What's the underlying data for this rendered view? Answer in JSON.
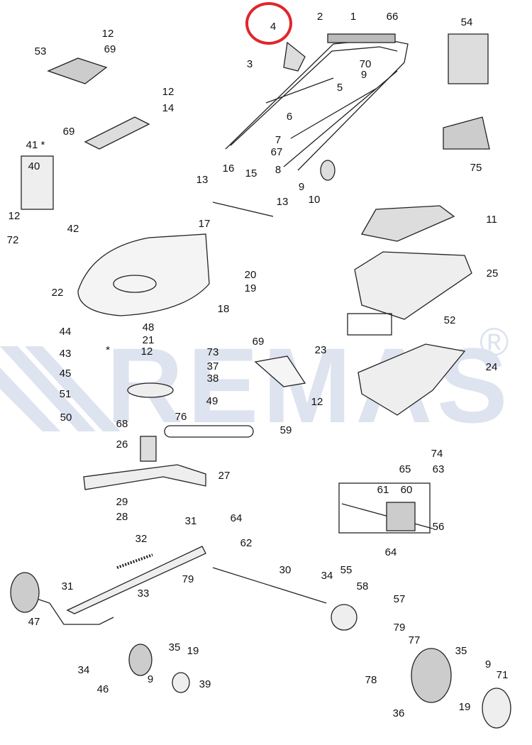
{
  "watermark": {
    "text": "REMAS",
    "registered": "®",
    "color": "#dde3ef"
  },
  "highlight": {
    "part": "4",
    "color": "#e0262b"
  },
  "part_labels": [
    "12",
    "53",
    "69",
    "4",
    "2",
    "1",
    "66",
    "54",
    "3",
    "70",
    "9",
    "5",
    "12",
    "14",
    "69",
    "6",
    "7",
    "67",
    "75",
    "8",
    "9",
    "10",
    "41 *",
    "40",
    "13",
    "16",
    "15",
    "13",
    "12",
    "42",
    "72",
    "17",
    "11",
    "22",
    "20",
    "19",
    "25",
    "18",
    "52",
    "44",
    "48",
    "21",
    "69",
    "23",
    "43",
    "*",
    "12",
    "73",
    "37",
    "38",
    "24",
    "45",
    "51",
    "50",
    "49",
    "12",
    "68",
    "76",
    "59",
    "26",
    "74",
    "63",
    "65",
    "27",
    "61",
    "60",
    "29",
    "28",
    "31",
    "64",
    "56",
    "32",
    "62",
    "64",
    "30",
    "79",
    "34",
    "55",
    "31",
    "33",
    "58",
    "57",
    "47",
    "79",
    "77",
    "35",
    "19",
    "35",
    "9",
    "71",
    "78",
    "34",
    "9",
    "39",
    "46",
    "19",
    "36"
  ]
}
